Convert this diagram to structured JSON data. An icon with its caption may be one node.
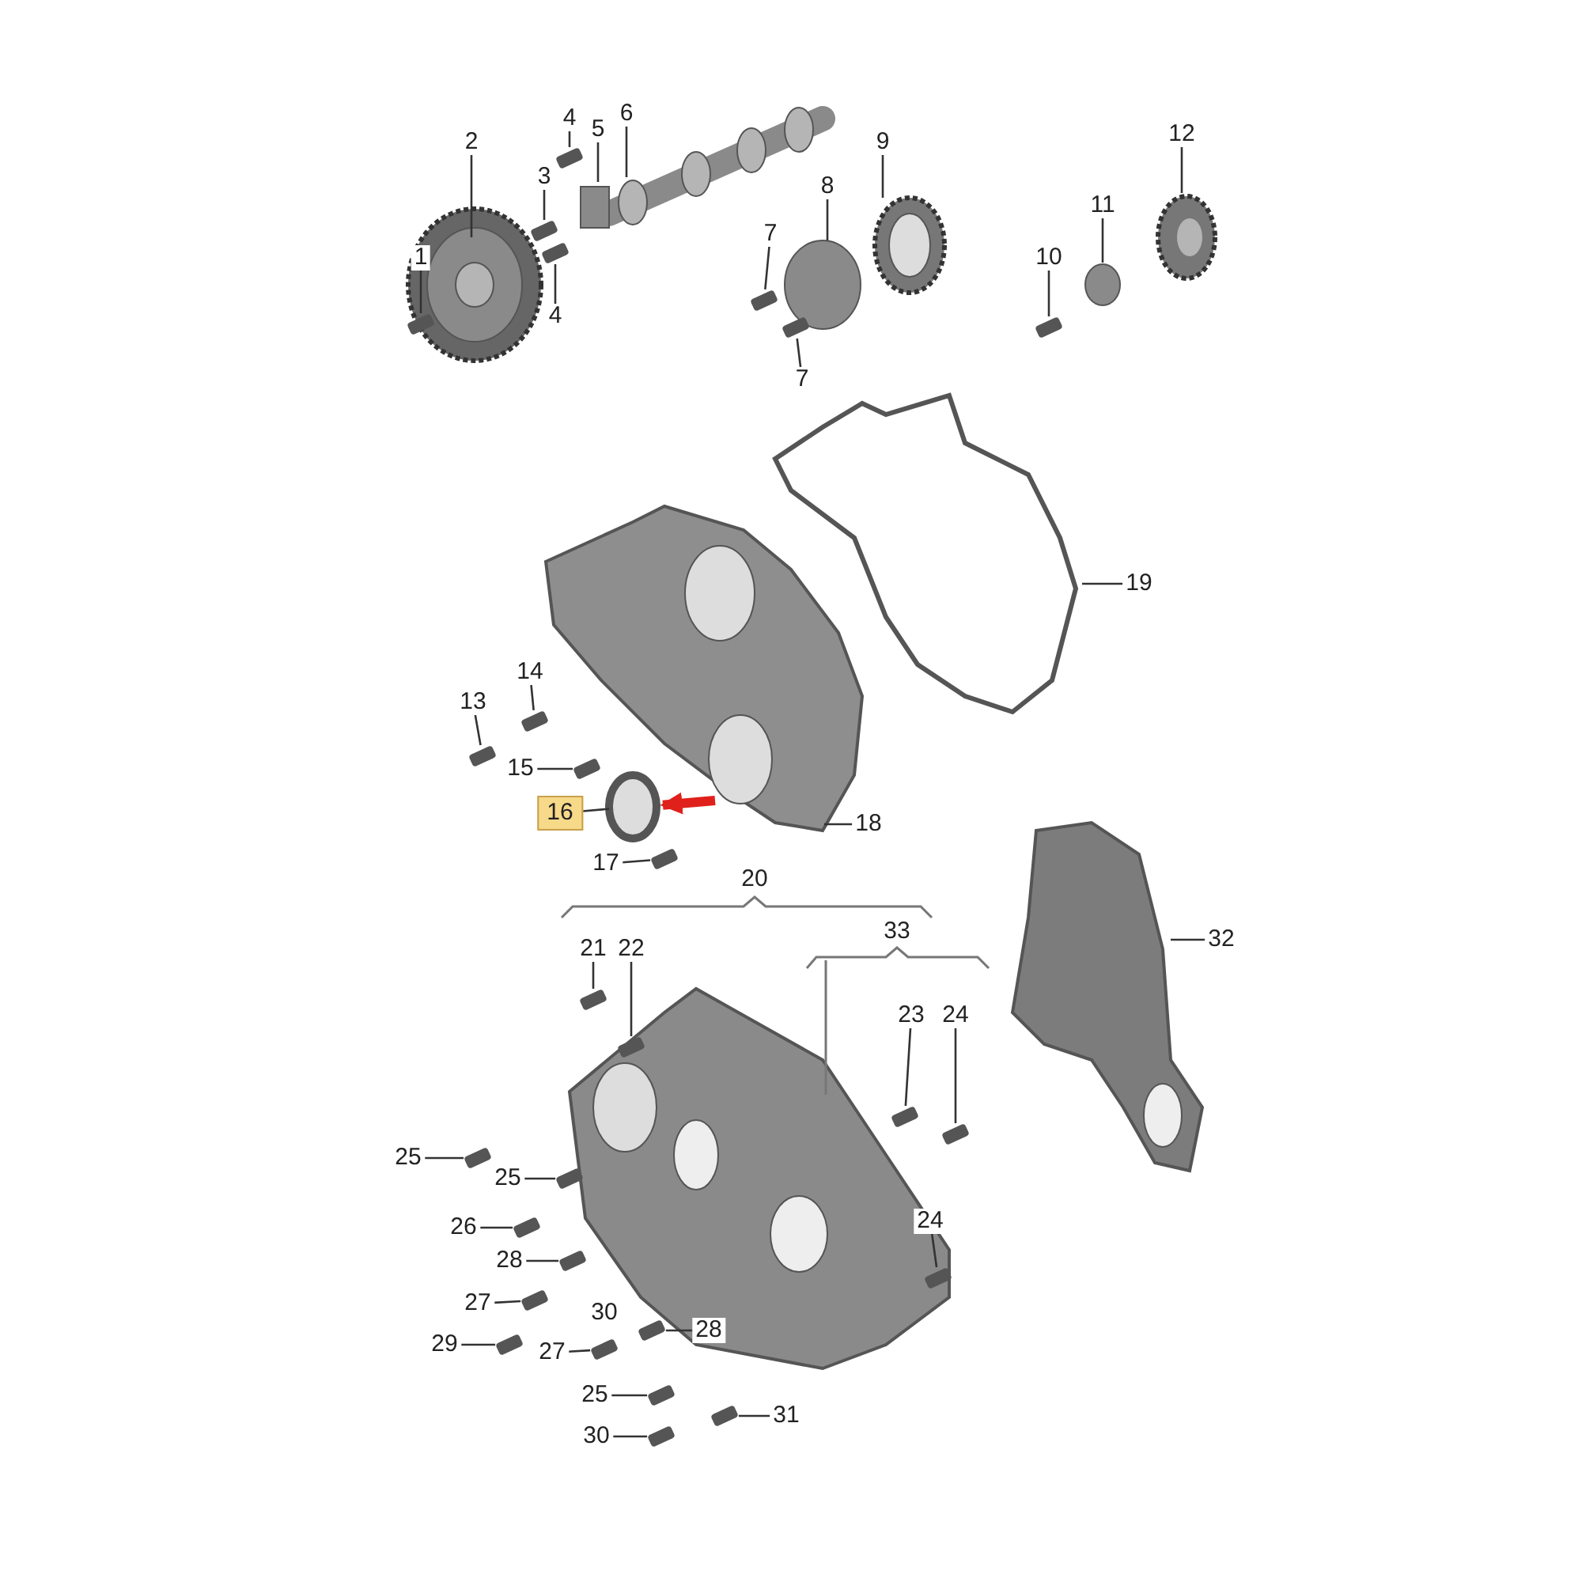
{
  "diagram": {
    "nodes": [
      {
        "text": [
          "2"
        ]
      },
      {
        "text": [
          "4"
        ]
      },
      {
        "text": [
          "5"
        ]
      },
      {
        "text": [
          "6"
        ]
      },
      {
        "text": [
          "9"
        ]
      },
      {
        "text": [
          "12"
        ]
      },
      {
        "text": [
          "3"
        ]
      },
      {
        "text": [
          "8"
        ]
      },
      {
        "text": [
          "11"
        ]
      },
      {
        "text": [
          "7"
        ]
      },
      {
        "text": [
          "1"
        ]
      },
      {
        "text": [
          "10"
        ]
      },
      {
        "text": [
          "4"
        ]
      },
      {
        "text": [
          "7"
        ]
      },
      {
        "text": [
          "19"
        ]
      },
      {
        "text": [
          "14"
        ]
      },
      {
        "text": [
          "13"
        ]
      },
      {
        "text": [
          "15"
        ]
      },
      {
        "text": [
          "16"
        ]
      },
      {
        "text": [
          "18"
        ]
      },
      {
        "text": [
          "17"
        ]
      },
      {
        "text": [
          "21"
        ]
      },
      {
        "text": [
          "22"
        ]
      },
      {
        "text": [
          "23"
        ]
      },
      {
        "text": [
          "24"
        ]
      },
      {
        "text": [
          "32"
        ]
      },
      {
        "text": [
          "25"
        ]
      },
      {
        "text": [
          "25"
        ]
      },
      {
        "text": [
          "26"
        ]
      },
      {
        "text": [
          "24"
        ]
      },
      {
        "text": [
          "28"
        ]
      },
      {
        "text": [
          "27"
        ]
      },
      {
        "text": [
          "28"
        ]
      },
      {
        "text": [
          "29"
        ]
      },
      {
        "text": [
          "27"
        ]
      },
      {
        "text": [
          "25"
        ]
      },
      {
        "text": [
          "31"
        ]
      },
      {
        "text": [
          "30"
        ]
      },
      {
        "text": [
          "20"
        ]
      },
      {
        "text": [
          "33"
        ]
      },
      {
        "text": [
          "30"
        ]
      },
      {
        "text": [],
        "shape": "circle"
      },
      {
        "text": [],
        "shape": "box"
      },
      {
        "text": [],
        "shape": "box"
      },
      {
        "text": [],
        "shape": "box"
      },
      {
        "text": [],
        "shape": "box"
      },
      {
        "text": [],
        "shape": "box"
      },
      {
        "text": [],
        "shape": "box"
      },
      {
        "text": [],
        "shape": "box"
      },
      {
        "text": [],
        "shape": "box"
      },
      {
        "text": [],
        "shape": "box"
      },
      {
        "text": [],
        "shape": "box"
      },
      {
        "text": [],
        "shape": "box"
      },
      {
        "text": [],
        "shape": "box"
      },
      {
        "text": [],
        "shape": "box"
      },
      {
        "text": [],
        "shape": "box"
      },
      {
        "text": [],
        "shape": "box"
      },
      {
        "text": [],
        "shape": "box"
      },
      {
        "text": [],
        "shape": "box"
      },
      {
        "text": [],
        "shape": "box"
      },
      {
        "text": [],
        "shape": "box"
      },
      {
        "text": [],
        "shape": "box"
      },
      {
        "text": [],
        "shape": "box"
      },
      {
        "text": [],
        "shape": "box"
      },
      {
        "text": [],
        "shape": "box"
      },
      {
        "text": [],
        "shape": "box"
      },
      {
        "text": [],
        "shape": "box"
      },
      {
        "text": [],
        "shape": "box"
      },
      {
        "text": [],
        "shape": "box"
      }
    ],
    "edges": [
      {
        "from": 0,
        "to": null,
        "arrow": "none"
      },
      {
        "from": 1,
        "to": 44,
        "arrow": "none"
      },
      {
        "from": 2,
        "to": null,
        "arrow": "none"
      },
      {
        "from": 3,
        "to": null,
        "arrow": "none"
      },
      {
        "from": 4,
        "to": null,
        "arrow": "none"
      },
      {
        "from": 5,
        "to": null,
        "arrow": "none"
      },
      {
        "from": 6,
        "to": 43,
        "arrow": "none"
      },
      {
        "from": 7,
        "to": null,
        "arrow": "none"
      },
      {
        "from": 8,
        "to": null,
        "arrow": "none"
      },
      {
        "from": 9,
        "to": 46,
        "arrow": "none"
      },
      {
        "from": 10,
        "to": 42,
        "arrow": "none"
      },
      {
        "from": 11,
        "to": 48,
        "arrow": "none"
      },
      {
        "from": 12,
        "to": 45,
        "arrow": "none"
      },
      {
        "from": 13,
        "to": 47,
        "arrow": "none"
      },
      {
        "from": 14,
        "to": null,
        "arrow": "none"
      },
      {
        "from": 15,
        "to": 50,
        "arrow": "none"
      },
      {
        "from": 16,
        "to": 49,
        "arrow": "none"
      },
      {
        "from": 17,
        "to": 51,
        "arrow": "none"
      },
      {
        "from": 18,
        "to": 41,
        "arrow": "none"
      },
      {
        "from": 19,
        "to": null,
        "arrow": "none"
      },
      {
        "from": 20,
        "to": 52,
        "arrow": "none"
      },
      {
        "from": 21,
        "to": 53,
        "arrow": "none"
      },
      {
        "from": 22,
        "to": 54,
        "arrow": "none"
      },
      {
        "from": 23,
        "to": 55,
        "arrow": "none"
      },
      {
        "from": 24,
        "to": 56,
        "arrow": "none"
      },
      {
        "from": 25,
        "to": null,
        "arrow": "none"
      },
      {
        "from": 26,
        "to": 57,
        "arrow": "none"
      },
      {
        "from": 27,
        "to": 58,
        "arrow": "none"
      },
      {
        "from": 28,
        "to": 59,
        "arrow": "none"
      },
      {
        "from": 29,
        "to": 60,
        "arrow": "none"
      },
      {
        "from": 30,
        "to": 61,
        "arrow": "none"
      },
      {
        "from": 31,
        "to": 62,
        "arrow": "none"
      },
      {
        "from": 32,
        "to": 63,
        "arrow": "none"
      },
      {
        "from": 33,
        "to": 64,
        "arrow": "none"
      },
      {
        "from": 34,
        "to": 65,
        "arrow": "none"
      },
      {
        "from": 35,
        "to": 66,
        "arrow": "none"
      },
      {
        "from": 36,
        "to": 67,
        "arrow": "none"
      },
      {
        "from": 37,
        "to": 68,
        "arrow": "none"
      },
      {
        "from": null,
        "to": 41,
        "arrow": "to",
        "style": "thick",
        "color": "#e0201b"
      }
    ]
  }
}
